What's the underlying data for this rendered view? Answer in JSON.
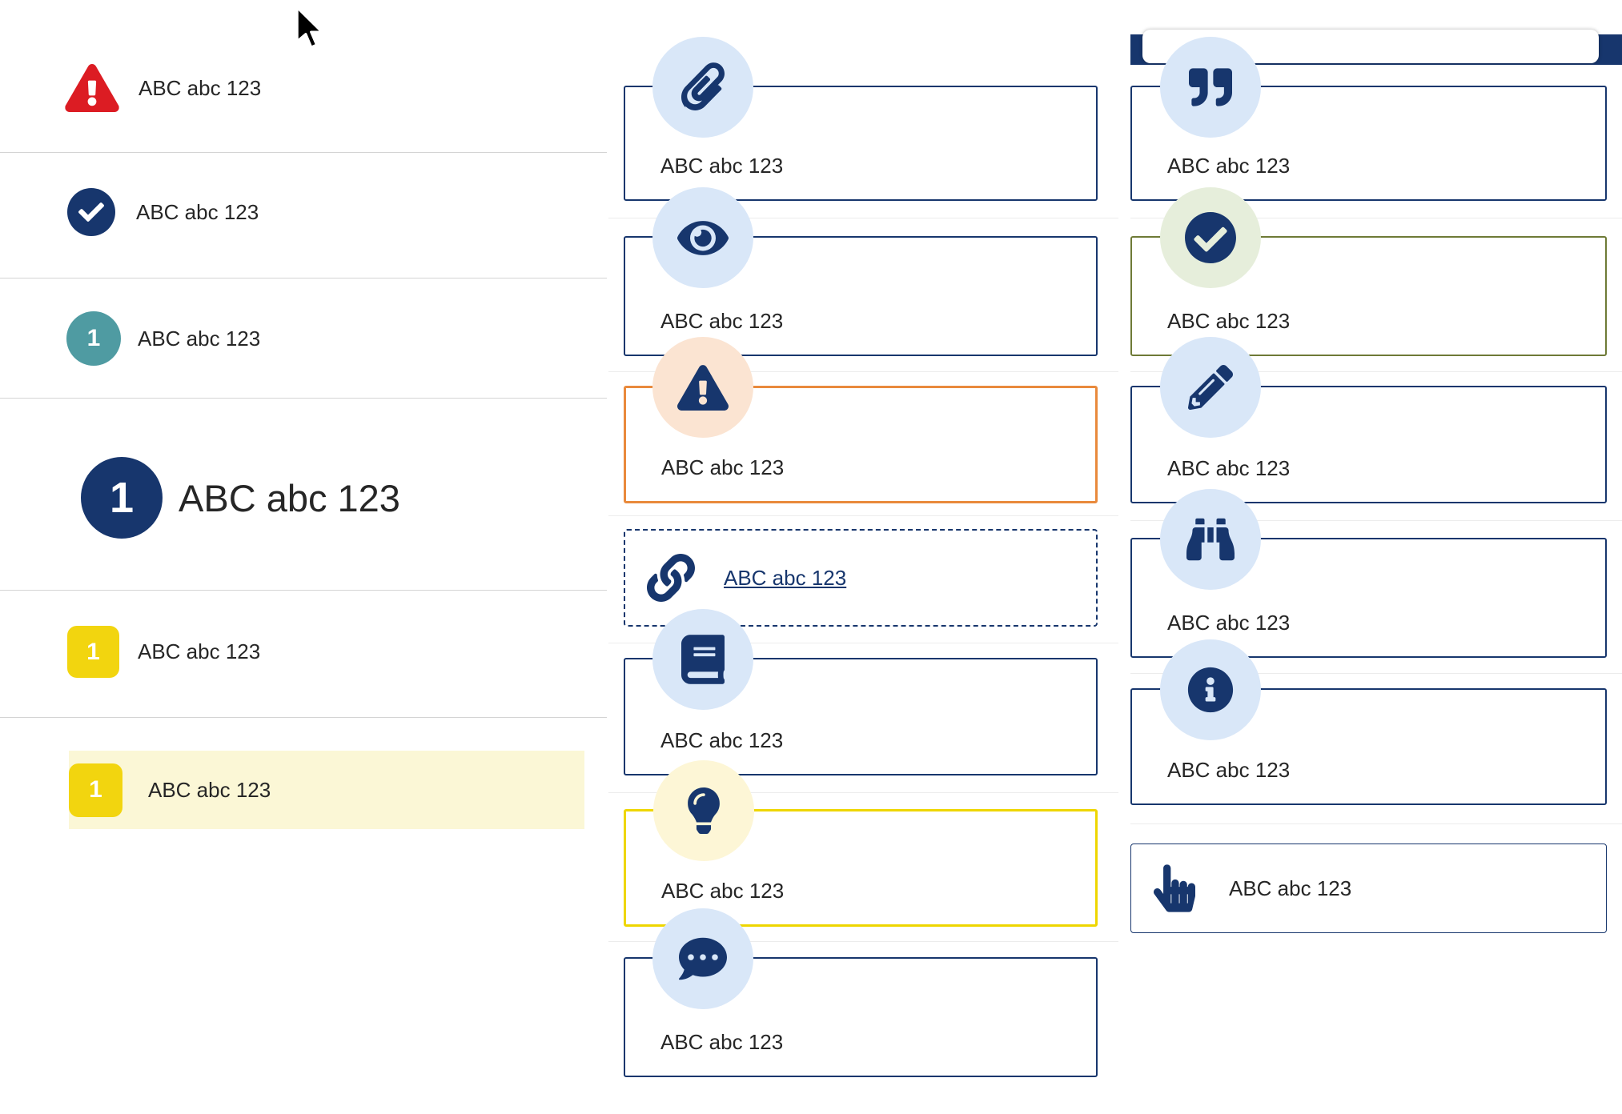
{
  "colors": {
    "navy": "#17366d",
    "light_blue": "#d9e7f8",
    "red": "#dc1c23",
    "teal": "#4f9ba2",
    "yellow": "#f2d50f",
    "pale_yellow_row": "#fbf7d6",
    "pale_yellow_circle": "#fdf6d6",
    "orange": "#e98a3c",
    "pale_orange": "#fbe4d2",
    "olive": "#6e7a36",
    "pale_green": "#e6eedb",
    "text": "#262626"
  },
  "left_panel": {
    "items": [
      {
        "icon": "warning-triangle-icon",
        "label": "ABC abc 123"
      },
      {
        "icon": "check-circle-icon",
        "label": "ABC abc 123"
      },
      {
        "icon": "teal-number-badge",
        "badge": "1",
        "label": "ABC abc 123"
      },
      {
        "icon": "navy-number-badge-large",
        "badge": "1",
        "label": "ABC abc 123"
      },
      {
        "icon": "yellow-number-badge",
        "badge": "1",
        "label": "ABC abc 123"
      },
      {
        "icon": "yellow-number-badge",
        "badge": "1",
        "label": "ABC abc 123",
        "highlighted": true
      }
    ]
  },
  "middle_column": {
    "callouts": [
      {
        "icon": "paperclip-icon",
        "variant": "navy",
        "label": "ABC abc 123"
      },
      {
        "icon": "eye-icon",
        "variant": "navy",
        "label": "ABC abc 123"
      },
      {
        "icon": "warning-triangle-icon",
        "variant": "orange",
        "label": "ABC abc 123"
      },
      {
        "icon": "link-icon",
        "variant": "dashed",
        "label": "ABC abc 123",
        "link": true
      },
      {
        "icon": "book-icon",
        "variant": "navy",
        "label": "ABC abc 123"
      },
      {
        "icon": "lightbulb-icon",
        "variant": "yellow",
        "label": "ABC abc 123"
      },
      {
        "icon": "chat-bubble-icon",
        "variant": "navy",
        "label": "ABC abc 123"
      }
    ]
  },
  "right_column": {
    "callouts": [
      {
        "icon": "quote-icon",
        "variant": "navy",
        "label": "ABC abc 123"
      },
      {
        "icon": "check-circle-icon",
        "variant": "olive",
        "label": "ABC abc 123"
      },
      {
        "icon": "pencil-icon",
        "variant": "navy",
        "label": "ABC abc 123"
      },
      {
        "icon": "binoculars-icon",
        "variant": "navy",
        "label": "ABC abc 123"
      },
      {
        "icon": "info-icon",
        "variant": "navy",
        "label": "ABC abc 123"
      },
      {
        "icon": "hand-pointer-icon",
        "variant": "plain",
        "label": "ABC abc 123"
      }
    ]
  }
}
